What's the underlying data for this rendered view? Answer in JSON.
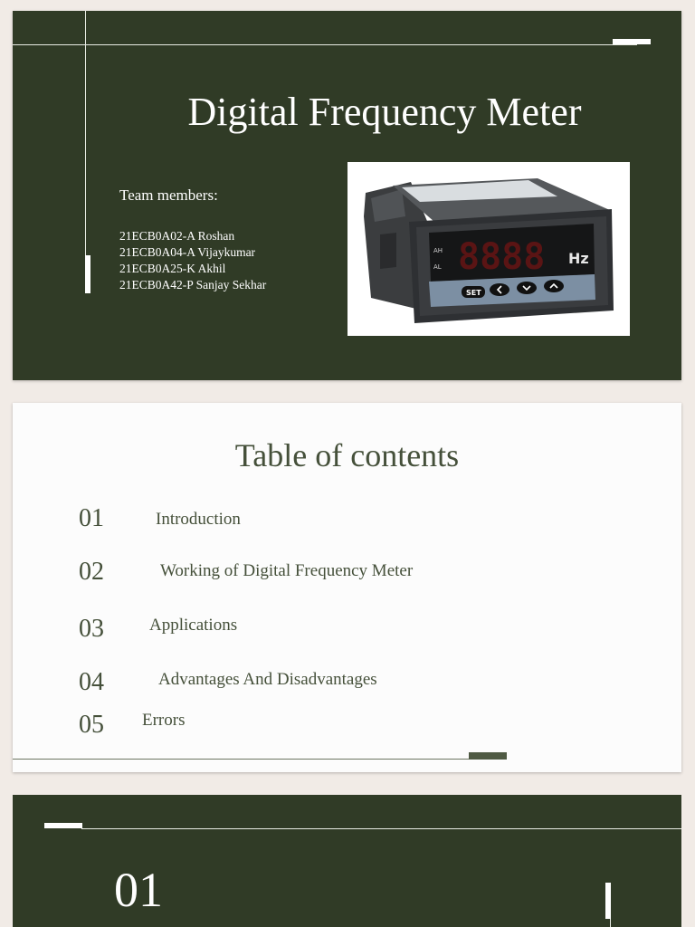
{
  "slide1": {
    "title": "Digital Frequency Meter",
    "team_heading": "Team members:",
    "members": [
      "21ECB0A02-A Roshan",
      "21ECB0A04-A Vijaykumar",
      "21ECB0A25-K Akhil",
      "21ECB0A42-P Sanjay Sekhar"
    ],
    "device": {
      "indicator_1": "AH",
      "indicator_2": "AL",
      "display_digits": "8888",
      "unit": "Hz",
      "button_set": "SET"
    }
  },
  "slide2": {
    "title": "Table of contents",
    "items": [
      {
        "num": "01",
        "label": "Introduction"
      },
      {
        "num": "02",
        "label": "Working of Digital Frequency Meter"
      },
      {
        "num": "03",
        "label": "Applications"
      },
      {
        "num": "04",
        "label": "Advantages And Disadvantages"
      },
      {
        "num": "05",
        "label": "Errors"
      }
    ]
  },
  "slide3": {
    "section_number": "01"
  },
  "colors": {
    "dark_slide": "#303b26",
    "light_slide": "#fcfcfc",
    "accent_text": "#45503a",
    "page_background": "#f1ebe6"
  }
}
